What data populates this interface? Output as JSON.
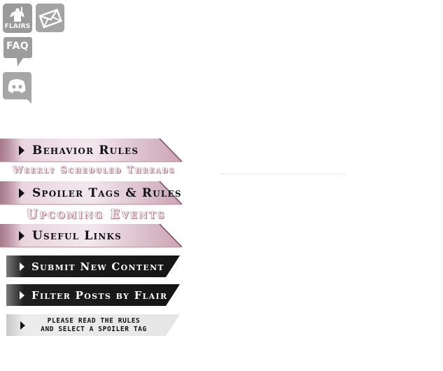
{
  "icons": {
    "flairs_label": "FLAIRS",
    "faq_label": "FAQ"
  },
  "menu": {
    "behavior_rules": "Behavior Rules",
    "weekly_threads": "Weekly Scheduled Threads",
    "spoiler_tags": "Spoiler Tags & Rules",
    "upcoming_events": "Upcoming Events",
    "useful_links": "Useful Links",
    "submit_content": "Submit New Content",
    "filter_posts": "Filter Posts by Flair",
    "notice_line1": "PLEASE READ THE RULES",
    "notice_line2": "AND SELECT A SPOILER TAG"
  },
  "colors": {
    "pink_light": "#f1e3ea",
    "pink_dark": "#8a4e64",
    "dark_banner": "#1a1a1a",
    "icon_gray": "#9a9a9a"
  }
}
